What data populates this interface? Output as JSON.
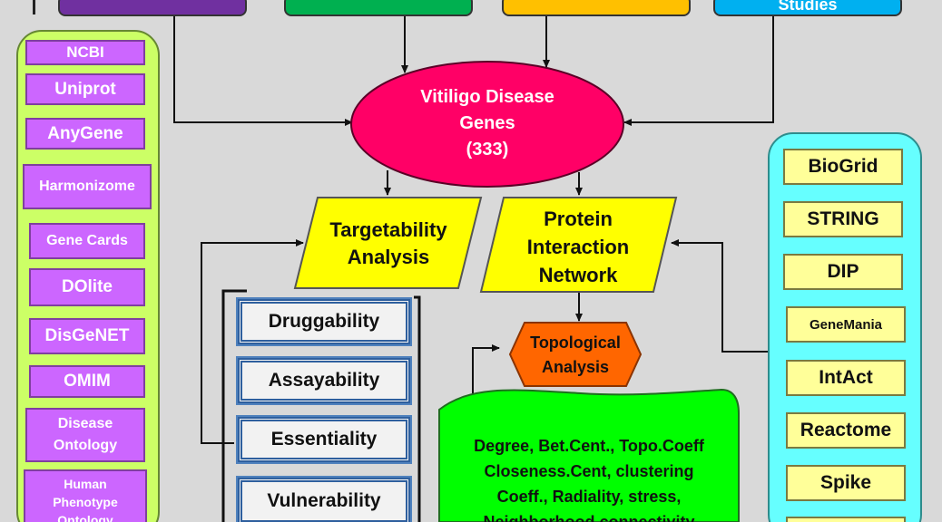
{
  "top_sources": [
    "",
    "",
    "",
    "Studies"
  ],
  "center": {
    "genes_line1": "Vitiligo Disease",
    "genes_line2": "Genes",
    "genes_count": "(333)",
    "targetability_line1": "Targetability",
    "targetability_line2": "Analysis",
    "ppi_line1": "Protein",
    "ppi_line2": "Interaction",
    "ppi_line3": "Network",
    "topological_line1": "Topological",
    "topological_line2": "Analysis"
  },
  "left_databases": [
    "NCBI",
    "Uniprot",
    "AnyGene",
    "Harmonizome",
    "Gene Cards",
    "DOlite",
    "DisGeNET",
    "OMIM",
    "Disease Ontology",
    "Human Phenotype Ontology"
  ],
  "targetability_metrics": [
    "Druggability",
    "Assayability",
    "Essentiality",
    "Vulnerability"
  ],
  "network_measures": [
    "Degree, Bet.Cent., Topo.Coeff",
    "Closeness.Cent, clustering",
    "Coeff., Radiality, stress,",
    "Neighborhood connectivity"
  ],
  "right_databases": [
    "BioGrid",
    "STRING",
    "DIP",
    "GeneMania",
    "IntAct",
    "Reactome",
    "Spike"
  ],
  "colors": {
    "top_purple": "#7030a0",
    "top_green": "#00b050",
    "top_orange": "#ffc000",
    "top_blue": "#00b0f0",
    "genes_ellipse": "#ff0066",
    "analysis_parallelogram": "#ffff00",
    "topological_hexagon": "#ff6600",
    "measures_shape": "#00ff00",
    "left_panel": "#ccff66",
    "right_panel": "#66ffff"
  }
}
